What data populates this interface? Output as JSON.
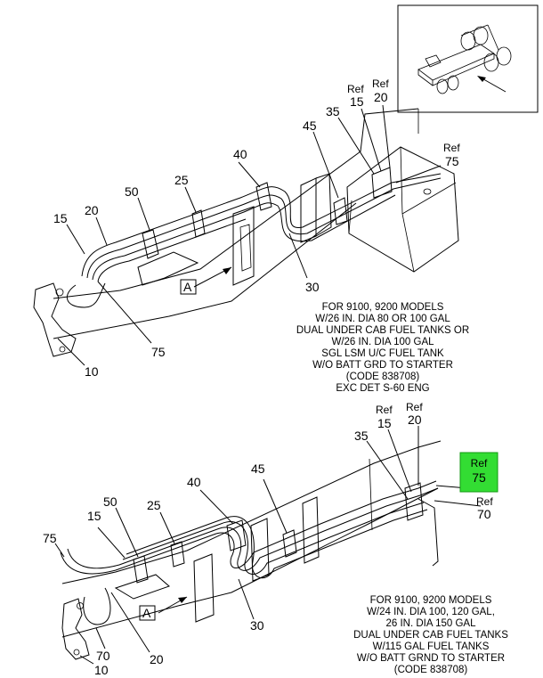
{
  "views": [
    {
      "callouts": {
        "c15": "15",
        "c20": "20",
        "c50": "50",
        "c25": "25",
        "c40": "40",
        "c35": "35",
        "c45": "45",
        "c30": "30",
        "c75": "75",
        "c10": "10",
        "ref15_a": "Ref",
        "ref15_b": "15",
        "ref20_a": "Ref",
        "ref20_b": "20",
        "ref75_a": "Ref",
        "ref75_b": "75",
        "detail": "A"
      },
      "note": [
        "FOR 9100, 9200 MODELS",
        "W/26 IN. DIA 80 OR 100 GAL",
        "DUAL UNDER CAB FUEL TANKS OR",
        "W/26 IN. DIA 100 GAL",
        "SGL LSM U/C FUEL TANK",
        "W/O BATT GRD TO STARTER",
        "(CODE 838708)",
        "EXC DET S-60 ENG"
      ]
    },
    {
      "callouts": {
        "c75": "75",
        "c15": "15",
        "c50": "50",
        "c25": "25",
        "c40": "40",
        "c45": "45",
        "c35": "35",
        "c30": "30",
        "c70": "70",
        "c20": "20",
        "c10": "10",
        "ref15_a": "Ref",
        "ref15_b": "15",
        "ref20_a": "Ref",
        "ref20_b": "20",
        "ref70_a": "Ref",
        "ref70_b": "70",
        "ref75_a": "Ref",
        "ref75_b": "75",
        "detail": "A"
      },
      "note": [
        "FOR 9100, 9200 MODELS",
        "W/24 IN. DIA 100, 120 GAL,",
        "26 IN. DIA 150 GAL",
        "DUAL UNDER CAB FUEL TANKS",
        "W/115 GAL FUEL TANKS",
        "W/O BATT GRND TO STARTER",
        "(CODE 838708)"
      ]
    }
  ],
  "colors": {
    "highlight_fill": "#33dd33",
    "highlight_stroke": "#119911",
    "line": "#000000"
  }
}
